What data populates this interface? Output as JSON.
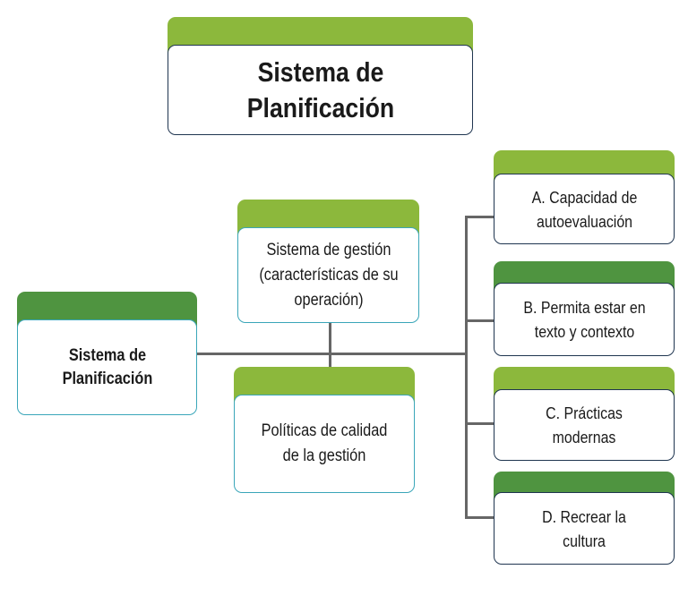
{
  "diagram": {
    "title": "Sistema de Planificación",
    "root": "Sistema de Planificación",
    "center_top": "Sistema de gestión (características de su operación)",
    "center_bottom": "Políticas de calidad de la gestión",
    "branches": [
      "A. Capacidad de autoevaluación",
      "B. Permita estar en texto y contexto",
      "C. Prácticas modernas",
      "D. Recrear la cultura"
    ]
  },
  "colors": {
    "tab_light_green": "#8cb83c",
    "tab_dark_green": "#4f9440",
    "border_navy": "#1f3550",
    "border_teal": "#3aa6b9",
    "connector_gray": "#666666"
  }
}
